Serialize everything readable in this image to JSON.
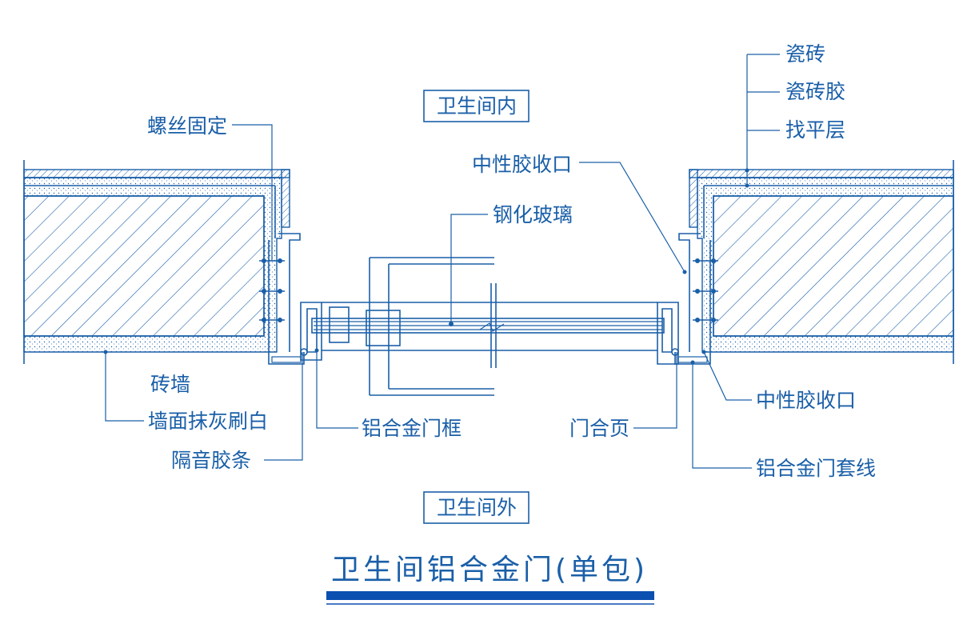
{
  "diagram": {
    "title": "卫生间铝合金门(单包)",
    "room_labels": {
      "inside": "卫生间内",
      "outside": "卫生间外"
    },
    "callouts": {
      "tile": "瓷砖",
      "tile_adhesive": "瓷砖胶",
      "leveling_layer": "找平层",
      "screw_fixing": "螺丝固定",
      "neutral_sealant_top": "中性胶收口",
      "tempered_glass": "钢化玻璃",
      "brick_wall": "砖墙",
      "wall_plaster": "墙面抹灰刷白",
      "sound_strip": "隔音胶条",
      "aluminum_frame": "铝合金门框",
      "door_hinge": "门合页",
      "neutral_sealant_bottom": "中性胶收口",
      "aluminum_trim": "铝合金门套线"
    },
    "colors": {
      "line": "#1a5fa8",
      "title_bar": "#0b4fb0"
    }
  }
}
